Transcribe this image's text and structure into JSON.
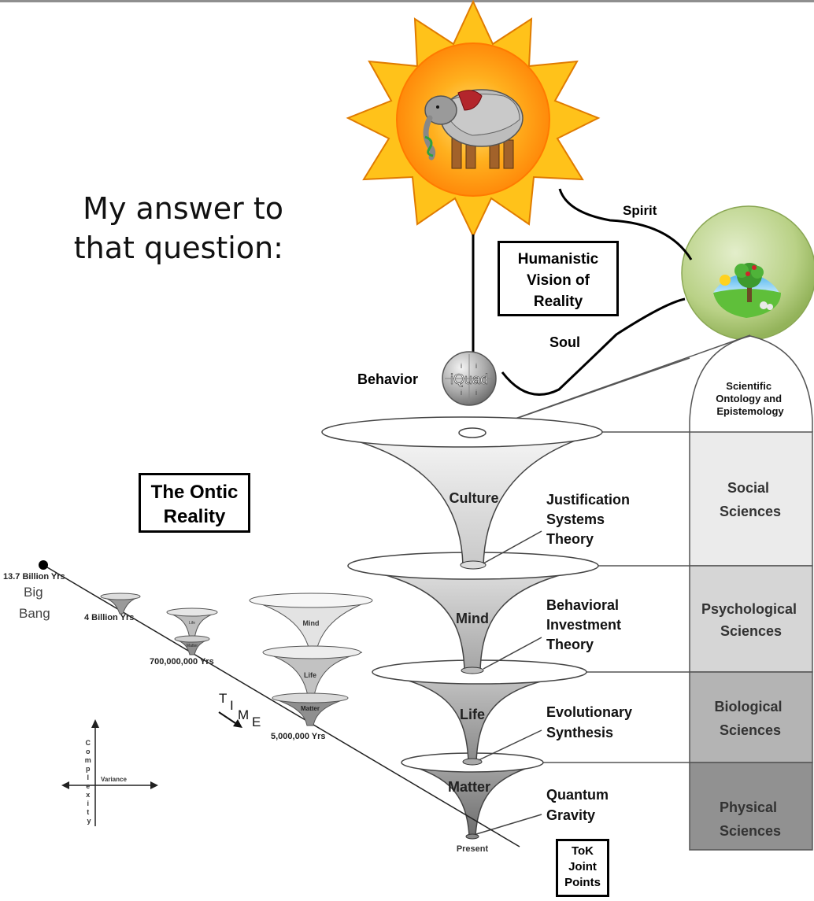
{
  "intro": {
    "line1": "My answer to",
    "line2": "that question:"
  },
  "boxes": {
    "humanistic": [
      "Humanistic",
      "Vision of",
      "Reality"
    ],
    "ontic": [
      "The Ontic",
      "Reality"
    ],
    "tok": [
      "ToK",
      "Joint",
      "Points"
    ]
  },
  "connectors": {
    "spirit": "Spirit",
    "soul": "Soul",
    "behavior": "Behavior"
  },
  "badge": {
    "main": "iQuad",
    "quadrants": [
      "i",
      "i",
      "i",
      "i"
    ]
  },
  "funnels": {
    "culture": "Culture",
    "mind": "Mind",
    "life": "Life",
    "matter": "Matter",
    "present": "Present"
  },
  "joint_points": {
    "jst": [
      "Justification",
      "Systems",
      "Theory"
    ],
    "bit": [
      "Behavioral",
      "Investment",
      "Theory"
    ],
    "evo": [
      "Evolutionary",
      "Synthesis"
    ],
    "qg": [
      "Quantum",
      "Gravity"
    ]
  },
  "science_column": {
    "cap": [
      "Scientific",
      "Ontology and",
      "Epistemology"
    ],
    "social": [
      "Social",
      "Sciences"
    ],
    "psych": [
      "Psychological",
      "Sciences"
    ],
    "bio": [
      "Biological",
      "Sciences"
    ],
    "phys": [
      "Physical",
      "Sciences"
    ],
    "fills": {
      "social": "#ebebeb",
      "psych": "#d6d6d6",
      "bio": "#b4b4b4",
      "phys": "#919191"
    }
  },
  "timeline": {
    "bang_time": "13.7 Billion Yrs",
    "big": "Big",
    "bang": "Bang",
    "t4b": "4 Billion Yrs",
    "t700m": "700,000,000 Yrs",
    "t5m": "5,000,000 Yrs",
    "time_letters": [
      "T",
      "I",
      "M",
      "E"
    ],
    "mini_mind": "Mind",
    "mini_life": "Life",
    "mini_matter": "Matter",
    "tiny_life": "Life",
    "tiny_matter": "Matter"
  },
  "axes": {
    "complexity": [
      "C",
      "o",
      "m",
      "p",
      "l",
      "e",
      "x",
      "i",
      "t",
      "y"
    ],
    "variance": "Variance"
  },
  "colors": {
    "sun_outer": "#ffc21a",
    "sun_inner": "#ff9a10",
    "orb": "#c3d899"
  }
}
